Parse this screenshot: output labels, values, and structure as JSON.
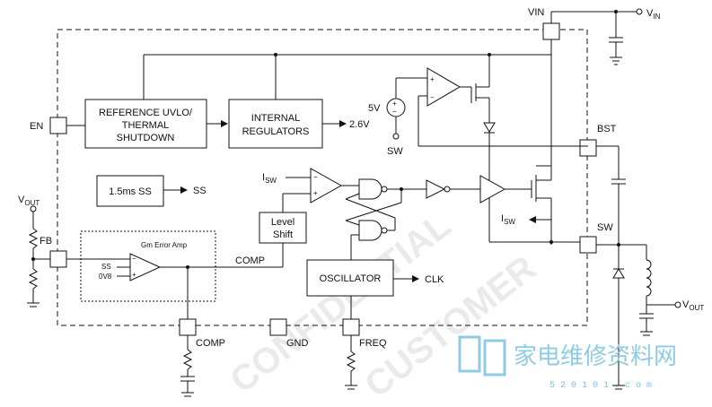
{
  "pins": {
    "vin_node": "VIN",
    "vin_rail": "V",
    "vin_rail_sub": "IN",
    "en": "EN",
    "bst": "BST",
    "sw": "SW",
    "fb": "FB",
    "vout_in": "V",
    "vout_in_sub": "OUT",
    "vout_out": "V",
    "vout_out_sub": "OUT",
    "comp": "COMP",
    "comp_net": "COMP",
    "gnd": "GND",
    "freq": "FREQ"
  },
  "blocks": {
    "ref_line1": "REFERENCE UVLO/",
    "ref_line2": "THERMAL",
    "ref_line3": "SHUTDOWN",
    "reg_line1": "INTERNAL",
    "reg_line2": "REGULATORS",
    "reg_out": "2.6V",
    "ss_block": "1.5ms SS",
    "ss_out": "SS",
    "level_line1": "Level",
    "level_line2": "Shift",
    "osc": "OSCILLATOR",
    "clk": "CLK",
    "gm_title": "Gm Error Amp",
    "gm_in_ss": "SS",
    "gm_in_0v8": "0V8"
  },
  "signals": {
    "isw1": "I",
    "isw1_sub": "SW",
    "isw2": "I",
    "isw2_sub": "SW",
    "bias_v": "5V",
    "bias_sw": "SW"
  },
  "watermark": {
    "diag1": "CONFIDENTIAL",
    "diag2": "CUSTOMER",
    "logo_cn": "家电维修资料网",
    "site": "5 2 0 1 0 1 . c o m"
  }
}
